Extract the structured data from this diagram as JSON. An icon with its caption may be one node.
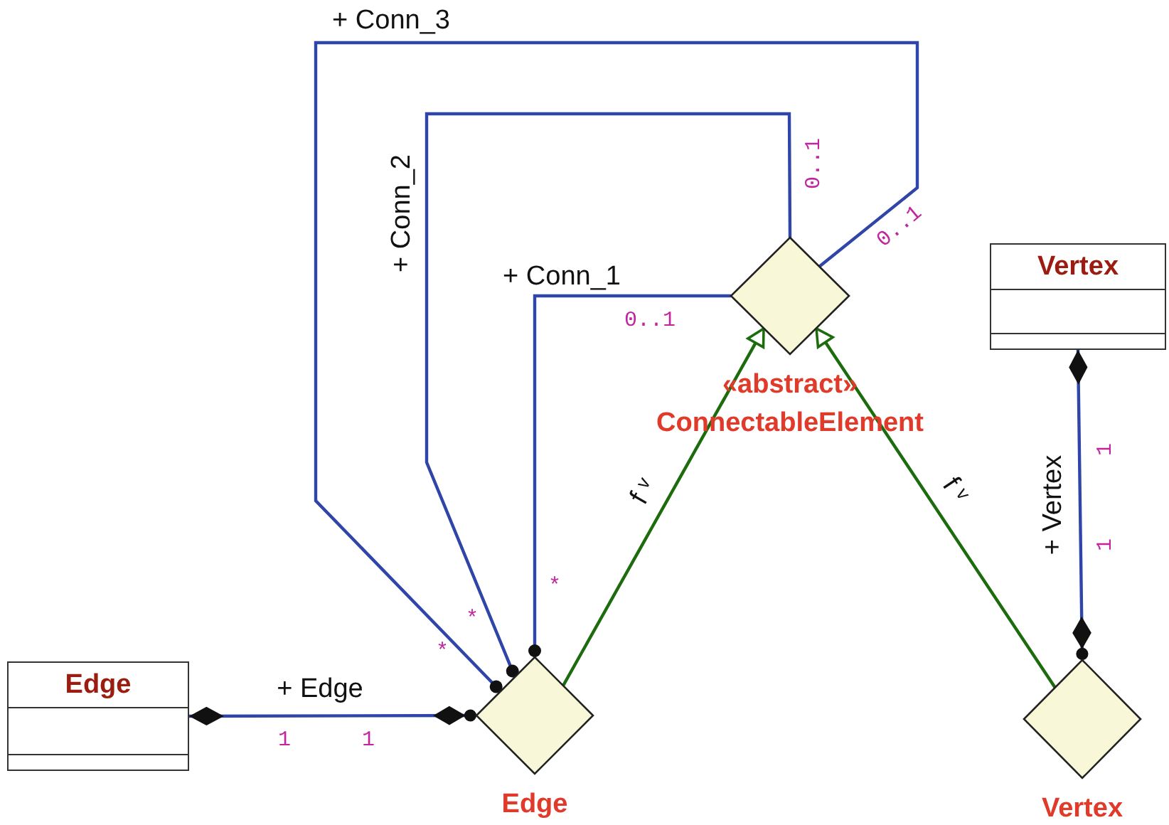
{
  "diagram": {
    "nodes": [
      {
        "text": [
          "Edge"
        ]
      },
      {
        "text": [
          "Vertex"
        ]
      },
      {
        "text": [
          "«abstract»",
          "ConnectableElement"
        ]
      },
      {
        "text": [
          "Edge"
        ]
      },
      {
        "text": [
          "Vertex"
        ]
      }
    ],
    "edges": [
      {
        "from": 3,
        "to": 0,
        "arrow": "other",
        "label": "+ Edge"
      },
      {
        "from": 3,
        "to": 2,
        "arrow": "other",
        "label": "+ Conn_1"
      },
      {
        "from": 3,
        "to": 2,
        "arrow": "other",
        "label": "+ Conn_2"
      },
      {
        "from": 3,
        "to": 2,
        "arrow": "other",
        "label": "+ Conn_3"
      },
      {
        "from": 3,
        "to": 2,
        "arrow": "to",
        "label": "f ᵛ",
        "color": "#1c6b0c"
      },
      {
        "from": 4,
        "to": 2,
        "arrow": "to",
        "label": "f ᵛ",
        "color": "#1c6b0c"
      },
      {
        "from": 4,
        "to": 1,
        "arrow": "other",
        "label": "+ Vertex"
      }
    ],
    "labels": [
      "0..1",
      "0..1",
      "0..1",
      "1",
      "1",
      "*",
      "*",
      "*",
      "1",
      "1"
    ]
  }
}
